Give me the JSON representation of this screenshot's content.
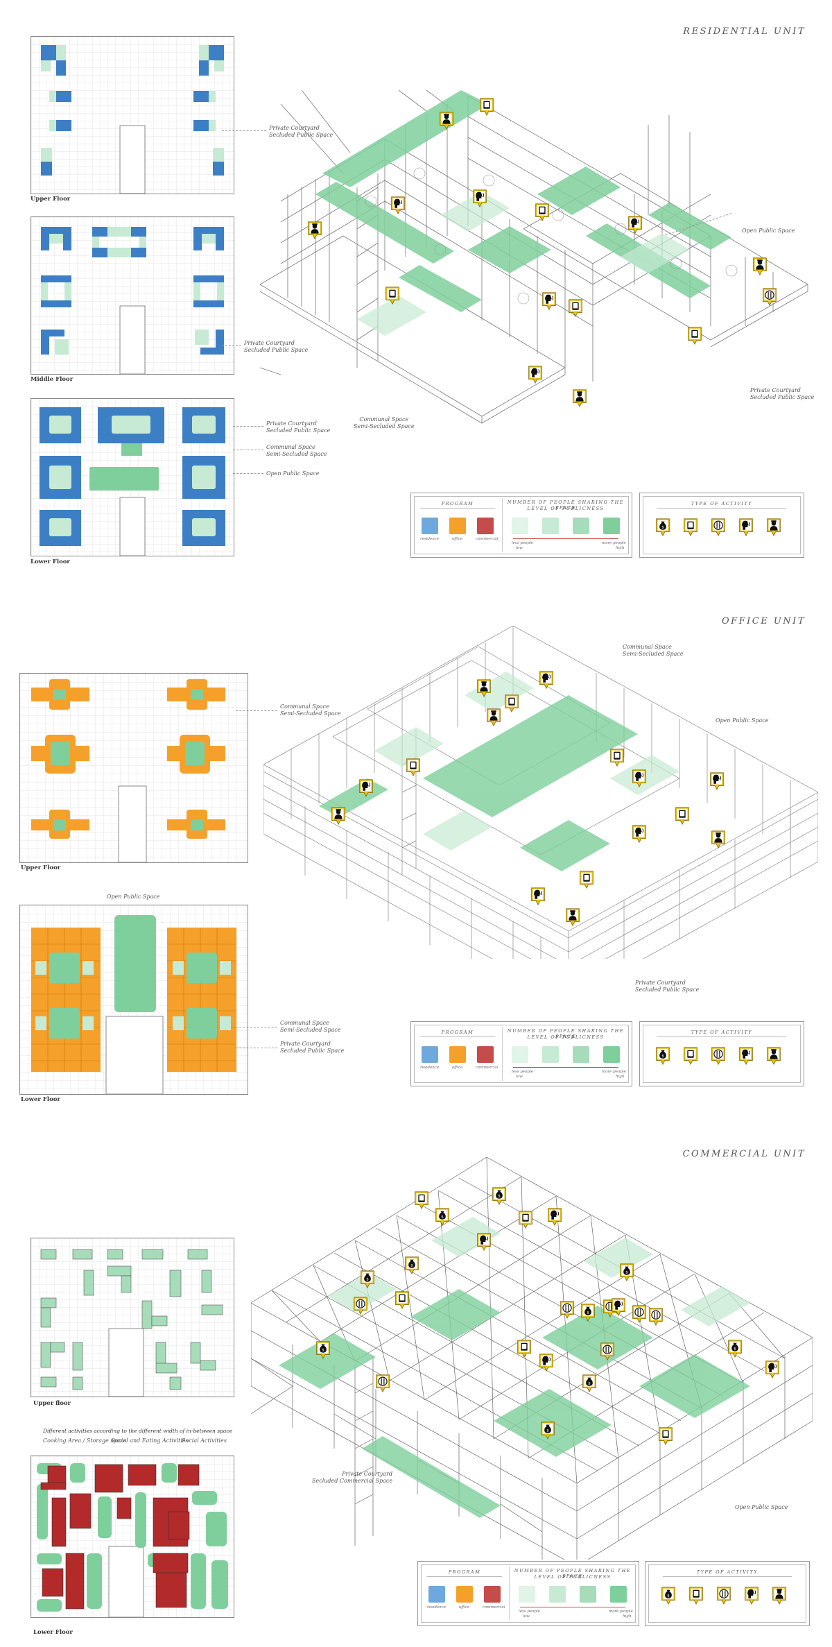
{
  "colors": {
    "residence": "#6fa8dc",
    "residence_dark": "#3d7fc4",
    "office": "#f5a02a",
    "commercial": "#c64b4b",
    "commercial_dark": "#b22a2a",
    "public_green": "#7fcf9c",
    "public_light": "#c6ead3",
    "icon_gold": "#e8c21a"
  },
  "residential": {
    "title": "RESIDENTIAL UNIT",
    "upper_floor_label": "Upper Floor",
    "middle_floor_label": "Middle Floor",
    "lower_floor_label": "Lower Floor",
    "upper_ann_1": "Private Courtyard\nSecluded Public Space",
    "middle_ann_1": "Private Courtyard\nSecluded Public Space",
    "lower_ann_1": "Private Courtyard\nSecluded Public Space",
    "lower_ann_2": "Communal Space\nSemi-Secluded Space",
    "lower_ann_3": "Open Public Space",
    "iso_ann_open": "Open Public Space",
    "iso_ann_private": "Private Courtyard\nSecluded Public Space",
    "iso_ann_communal": "Communal Space\nSemi-Secluded Space"
  },
  "office": {
    "title": "OFFICE UNIT",
    "upper_floor_label": "Upper Floor",
    "lower_floor_label": "Lower Floor",
    "upper_ann_1": "Communal Space\nSemi-Secluded Space",
    "lower_top_ann": "Open Public Space",
    "lower_ann_1": "Communal Space\nSemi-Secluded Space",
    "lower_ann_2": "Private Courtyard\nSecluded Public Space",
    "iso_ann_communal": "Communal Space\nSemi-Secluded Space",
    "iso_ann_open": "Open Public Space",
    "iso_ann_private": "Private Courtyard\nSecluded Public Space"
  },
  "commercial": {
    "title": "COMMERCIAL UNIT",
    "upper_floor_label": "Upper floor",
    "lower_floor_label": "Lower Floor",
    "lower_note": "Different activities according to the different width of in-between space",
    "lower_sub_1": "Cooking Area / Storage space",
    "lower_sub_2": "Social and Eating Activities",
    "lower_sub_3": "Social Activities",
    "iso_ann_private": "Private Courtyard\nSecluded Commercial Space",
    "iso_ann_open": "Open Public Space"
  },
  "legend": {
    "program_title": "PROGRAM",
    "residence": "residence",
    "office": "office",
    "commercial": "commercial",
    "people_title_1": "NUMBER OF PEOPLE SHARING THE SPACE",
    "people_title_2": "LEVEL OF PUBLICNESS",
    "less_people": "less people",
    "low": "low",
    "more_people": "more people",
    "high": "high",
    "activity_title": "TYPE OF ACTIVITY"
  },
  "activity_icons": [
    "money-icon",
    "tablet-icon",
    "utensils-icon",
    "speaking-head-icon",
    "police-officer-icon"
  ]
}
